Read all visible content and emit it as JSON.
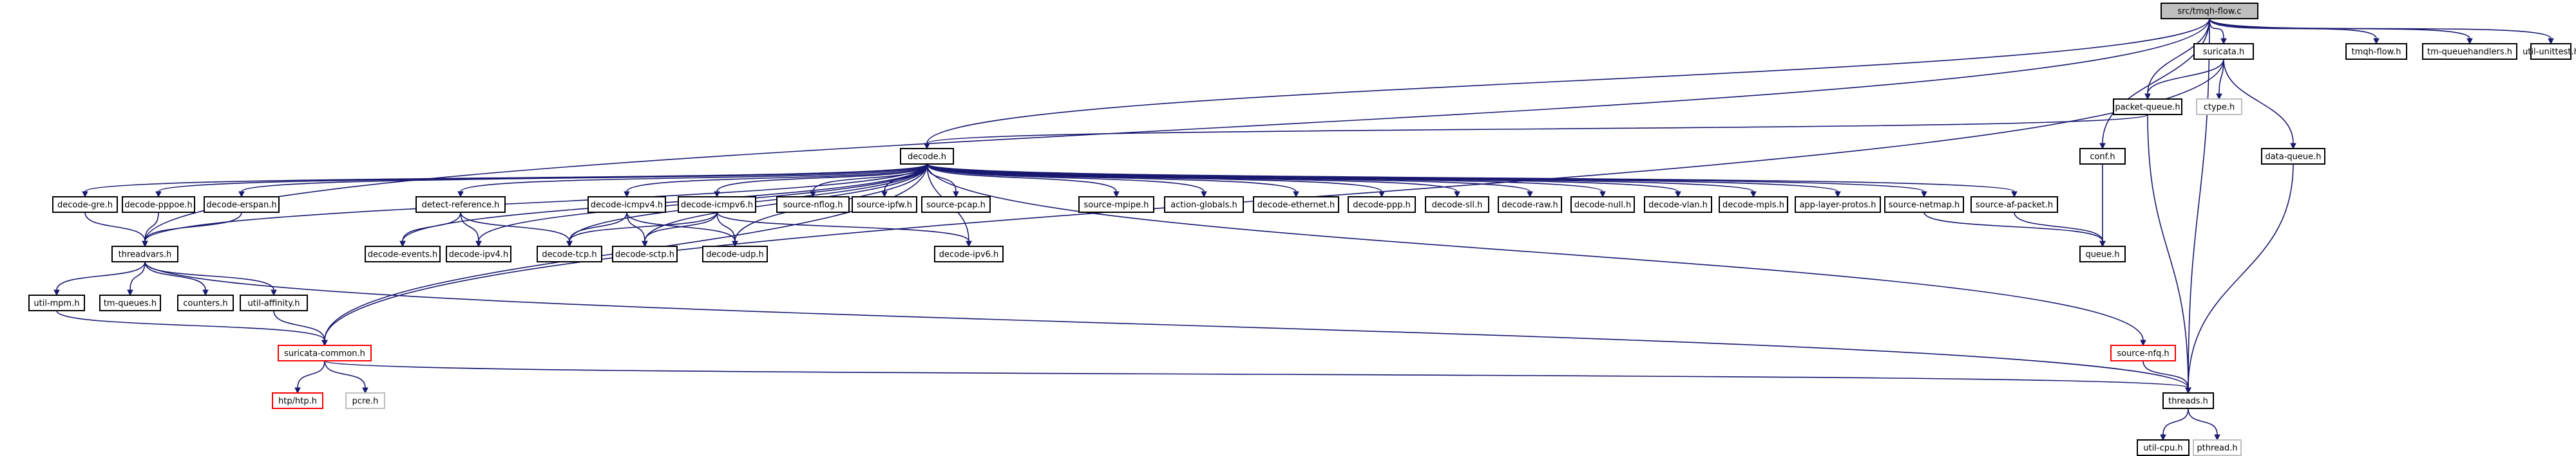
{
  "graph": {
    "edge_color": "#191970",
    "nodes": [
      {
        "id": "root",
        "label": "src/tmqh-flow.c",
        "style": "root"
      },
      {
        "id": "suricata_h",
        "label": "suricata.h",
        "style": "normal"
      },
      {
        "id": "tmqh_flow_h",
        "label": "tmqh-flow.h",
        "style": "normal"
      },
      {
        "id": "tm_queuehandlers_h",
        "label": "tm-queuehandlers.h",
        "style": "normal"
      },
      {
        "id": "util_unittest_h",
        "label": "util-unittest.h",
        "style": "normal"
      },
      {
        "id": "packet_queue_h",
        "label": "packet-queue.h",
        "style": "normal"
      },
      {
        "id": "ctype_h",
        "label": "ctype.h",
        "style": "grey"
      },
      {
        "id": "decode_h",
        "label": "decode.h",
        "style": "normal"
      },
      {
        "id": "conf_h",
        "label": "conf.h",
        "style": "normal"
      },
      {
        "id": "data_queue_h",
        "label": "data-queue.h",
        "style": "normal"
      },
      {
        "id": "decode_gre_h",
        "label": "decode-gre.h",
        "style": "normal"
      },
      {
        "id": "decode_pppoe_h",
        "label": "decode-pppoe.h",
        "style": "normal"
      },
      {
        "id": "decode_erspan_h",
        "label": "decode-erspan.h",
        "style": "normal"
      },
      {
        "id": "detect_reference_h",
        "label": "detect-reference.h",
        "style": "normal"
      },
      {
        "id": "decode_icmpv4_h",
        "label": "decode-icmpv4.h",
        "style": "normal"
      },
      {
        "id": "decode_icmpv6_h",
        "label": "decode-icmpv6.h",
        "style": "normal"
      },
      {
        "id": "source_nflog_h",
        "label": "source-nflog.h",
        "style": "normal"
      },
      {
        "id": "source_ipfw_h",
        "label": "source-ipfw.h",
        "style": "normal"
      },
      {
        "id": "source_pcap_h",
        "label": "source-pcap.h",
        "style": "normal"
      },
      {
        "id": "source_mpipe_h",
        "label": "source-mpipe.h",
        "style": "normal"
      },
      {
        "id": "action_globals_h",
        "label": "action-globals.h",
        "style": "normal"
      },
      {
        "id": "decode_ethernet_h",
        "label": "decode-ethernet.h",
        "style": "normal"
      },
      {
        "id": "decode_ppp_h",
        "label": "decode-ppp.h",
        "style": "normal"
      },
      {
        "id": "decode_sll_h",
        "label": "decode-sll.h",
        "style": "normal"
      },
      {
        "id": "decode_raw_h",
        "label": "decode-raw.h",
        "style": "normal"
      },
      {
        "id": "decode_null_h",
        "label": "decode-null.h",
        "style": "normal"
      },
      {
        "id": "decode_vlan_h",
        "label": "decode-vlan.h",
        "style": "normal"
      },
      {
        "id": "decode_mpls_h",
        "label": "decode-mpls.h",
        "style": "normal"
      },
      {
        "id": "app_layer_protos_h",
        "label": "app-layer-protos.h",
        "style": "normal"
      },
      {
        "id": "source_netmap_h",
        "label": "source-netmap.h",
        "style": "normal"
      },
      {
        "id": "source_af_packet_h",
        "label": "source-af-packet.h",
        "style": "normal"
      },
      {
        "id": "threadvars_h",
        "label": "threadvars.h",
        "style": "normal"
      },
      {
        "id": "decode_events_h",
        "label": "decode-events.h",
        "style": "normal"
      },
      {
        "id": "decode_ipv4_h",
        "label": "decode-ipv4.h",
        "style": "normal"
      },
      {
        "id": "decode_tcp_h",
        "label": "decode-tcp.h",
        "style": "normal"
      },
      {
        "id": "decode_sctp_h",
        "label": "decode-sctp.h",
        "style": "normal"
      },
      {
        "id": "decode_udp_h",
        "label": "decode-udp.h",
        "style": "normal"
      },
      {
        "id": "decode_ipv6_h",
        "label": "decode-ipv6.h",
        "style": "normal"
      },
      {
        "id": "queue_h",
        "label": "queue.h",
        "style": "normal"
      },
      {
        "id": "util_mpm_h",
        "label": "util-mpm.h",
        "style": "normal"
      },
      {
        "id": "tm_queues_h",
        "label": "tm-queues.h",
        "style": "normal"
      },
      {
        "id": "counters_h",
        "label": "counters.h",
        "style": "normal"
      },
      {
        "id": "util_affinity_h",
        "label": "util-affinity.h",
        "style": "normal"
      },
      {
        "id": "suricata_common_h",
        "label": "suricata-common.h",
        "style": "red"
      },
      {
        "id": "source_nfq_h",
        "label": "source-nfq.h",
        "style": "red"
      },
      {
        "id": "htp_htp_h",
        "label": "htp/htp.h",
        "style": "red"
      },
      {
        "id": "pcre_h",
        "label": "pcre.h",
        "style": "grey"
      },
      {
        "id": "threads_h",
        "label": "threads.h",
        "style": "normal"
      },
      {
        "id": "util_cpu_h",
        "label": "util-cpu.h",
        "style": "normal"
      },
      {
        "id": "pthread_h",
        "label": "pthread.h",
        "style": "grey"
      }
    ],
    "edges": [
      [
        "root",
        "suricata_h"
      ],
      [
        "root",
        "tmqh_flow_h"
      ],
      [
        "root",
        "tm_queuehandlers_h"
      ],
      [
        "root",
        "util_unittest_h"
      ],
      [
        "root",
        "packet_queue_h"
      ],
      [
        "root",
        "decode_h"
      ],
      [
        "root",
        "conf_h"
      ],
      [
        "root",
        "threadvars_h"
      ],
      [
        "root",
        "threads_h"
      ],
      [
        "suricata_h",
        "packet_queue_h"
      ],
      [
        "suricata_h",
        "ctype_h"
      ],
      [
        "suricata_h",
        "data_queue_h"
      ],
      [
        "suricata_h",
        "suricata_common_h"
      ],
      [
        "packet_queue_h",
        "decode_h"
      ],
      [
        "packet_queue_h",
        "threads_h"
      ],
      [
        "conf_h",
        "queue_h"
      ],
      [
        "data_queue_h",
        "threads_h"
      ],
      [
        "decode_h",
        "decode_gre_h"
      ],
      [
        "decode_h",
        "decode_pppoe_h"
      ],
      [
        "decode_h",
        "decode_erspan_h"
      ],
      [
        "decode_h",
        "detect_reference_h"
      ],
      [
        "decode_h",
        "decode_icmpv4_h"
      ],
      [
        "decode_h",
        "decode_icmpv6_h"
      ],
      [
        "decode_h",
        "source_nflog_h"
      ],
      [
        "decode_h",
        "source_ipfw_h"
      ],
      [
        "decode_h",
        "source_pcap_h"
      ],
      [
        "decode_h",
        "source_mpipe_h"
      ],
      [
        "decode_h",
        "action_globals_h"
      ],
      [
        "decode_h",
        "decode_ethernet_h"
      ],
      [
        "decode_h",
        "decode_ppp_h"
      ],
      [
        "decode_h",
        "decode_sll_h"
      ],
      [
        "decode_h",
        "decode_raw_h"
      ],
      [
        "decode_h",
        "decode_null_h"
      ],
      [
        "decode_h",
        "decode_vlan_h"
      ],
      [
        "decode_h",
        "decode_mpls_h"
      ],
      [
        "decode_h",
        "app_layer_protos_h"
      ],
      [
        "decode_h",
        "source_netmap_h"
      ],
      [
        "decode_h",
        "source_af_packet_h"
      ],
      [
        "decode_h",
        "threadvars_h"
      ],
      [
        "decode_h",
        "decode_events_h"
      ],
      [
        "decode_h",
        "decode_ipv4_h"
      ],
      [
        "decode_h",
        "decode_tcp_h"
      ],
      [
        "decode_h",
        "decode_sctp_h"
      ],
      [
        "decode_h",
        "decode_udp_h"
      ],
      [
        "decode_h",
        "decode_ipv6_h"
      ],
      [
        "decode_h",
        "suricata_common_h"
      ],
      [
        "decode_h",
        "source_nfq_h"
      ],
      [
        "decode_gre_h",
        "threadvars_h"
      ],
      [
        "decode_pppoe_h",
        "threadvars_h"
      ],
      [
        "decode_erspan_h",
        "threadvars_h"
      ],
      [
        "detect_reference_h",
        "decode_events_h"
      ],
      [
        "detect_reference_h",
        "decode_ipv4_h"
      ],
      [
        "detect_reference_h",
        "decode_tcp_h"
      ],
      [
        "decode_icmpv4_h",
        "decode_tcp_h"
      ],
      [
        "decode_icmpv4_h",
        "decode_sctp_h"
      ],
      [
        "decode_icmpv4_h",
        "decode_udp_h"
      ],
      [
        "decode_icmpv6_h",
        "decode_tcp_h"
      ],
      [
        "decode_icmpv6_h",
        "decode_sctp_h"
      ],
      [
        "decode_icmpv6_h",
        "decode_udp_h"
      ],
      [
        "decode_icmpv6_h",
        "decode_ipv6_h"
      ],
      [
        "source_netmap_h",
        "queue_h"
      ],
      [
        "source_af_packet_h",
        "queue_h"
      ],
      [
        "threadvars_h",
        "util_mpm_h"
      ],
      [
        "threadvars_h",
        "tm_queues_h"
      ],
      [
        "threadvars_h",
        "counters_h"
      ],
      [
        "threadvars_h",
        "util_affinity_h"
      ],
      [
        "threadvars_h",
        "threads_h"
      ],
      [
        "util_mpm_h",
        "suricata_common_h"
      ],
      [
        "util_affinity_h",
        "suricata_common_h"
      ],
      [
        "suricata_common_h",
        "htp_htp_h"
      ],
      [
        "suricata_common_h",
        "pcre_h"
      ],
      [
        "suricata_common_h",
        "threads_h"
      ],
      [
        "source_nfq_h",
        "threads_h"
      ],
      [
        "threads_h",
        "util_cpu_h"
      ],
      [
        "threads_h",
        "pthread_h"
      ]
    ]
  }
}
